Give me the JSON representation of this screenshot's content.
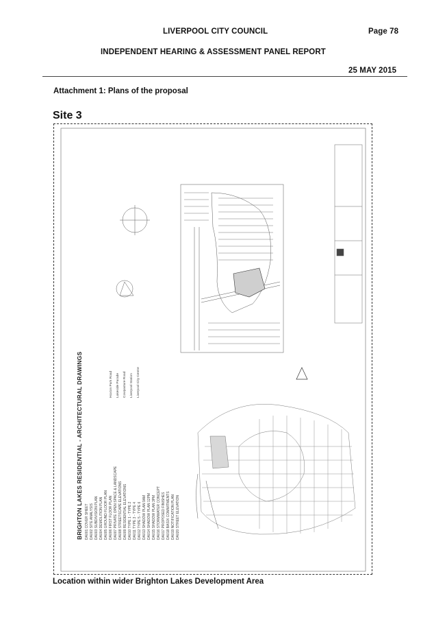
{
  "header": {
    "council": "LIVERPOOL CITY COUNCIL",
    "page": "Page 78",
    "report": "INDEPENDENT HEARING & ASSESSMENT PANEL REPORT",
    "date": "25 MAY 2015"
  },
  "attachment_title": "Attachment 1: Plans of the proposal",
  "site_title": "Site 3",
  "drawing": {
    "title": "BRIGHTON LAKES RESIDENTIAL - ARCHITECTURAL DRAWINGS",
    "sheet_list": [
      "DA001 COVER SHEET",
      "DA002 SITE ANALYSIS",
      "DA003 SUBDIVISION PLAN",
      "DA004 DEMOLITION PLAN",
      "DA005 GROUND FLOOR PLAN",
      "DA006 FIRST FLOOR PLAN",
      "DA007 PRIVATE OPEN SPACE & LANDSCAPE",
      "DA008 STREETSCAPE ELEVATIONS",
      "DA009 RESIDENTIAL ELEVATIONS",
      "DA010 TYPE 1 - TYPE 2",
      "DA011 TYPE 3 - TYPE 4",
      "DA012 TYPE 5 - TYPE 6",
      "DA013 SHADOW PLAN 9AM",
      "DA014 SHADOW PLAN 12PM",
      "DA015 SHADOW PLAN 3PM",
      "DA016 STORMWATER CONCEPT",
      "DA017 PROPOSED FINISHES",
      "DA018 BASIX COMMITMENTS",
      "DA019 NOTIFICATION PLAN",
      "DA020 STREET ELEVATION"
    ],
    "location_notes": [
      "Hoxton Park Road",
      "Lakeside Parade",
      "Cowpasture Road",
      "Liverpool Station",
      "Liverpool City Centre"
    ]
  },
  "caption": "Location within wider Brighton Lakes Development Area"
}
